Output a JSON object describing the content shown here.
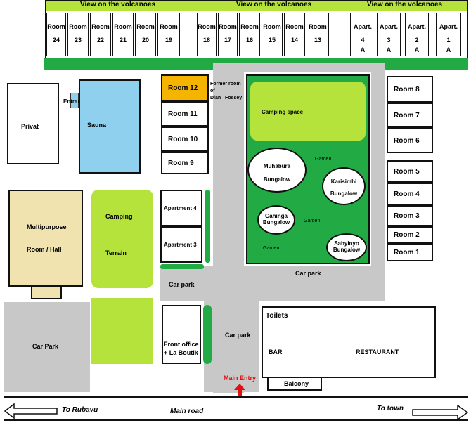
{
  "top_header": {
    "view_labels": [
      "View on the volcanoes",
      "View on the volcanoes",
      "View on the volcanoes"
    ]
  },
  "top_rooms": [
    {
      "line1": "Room",
      "line2": "24"
    },
    {
      "line1": "Room",
      "line2": "23"
    },
    {
      "line1": "Room",
      "line2": "22"
    },
    {
      "line1": "Room",
      "line2": "21"
    },
    {
      "line1": "Room",
      "line2": "20"
    },
    {
      "line1": "Room",
      "line2": "19"
    },
    {
      "line1": "Room",
      "line2": "18"
    },
    {
      "line1": "Room",
      "line2": "17"
    },
    {
      "line1": "Room",
      "line2": "16"
    },
    {
      "line1": "Room",
      "line2": "15"
    },
    {
      "line1": "Room",
      "line2": "14"
    },
    {
      "line1": "Room",
      "line2": "13"
    },
    {
      "line1": "Apart.",
      "line2": "4",
      "line3": "A"
    },
    {
      "line1": "Apart.",
      "line2": "3",
      "line3": "A"
    },
    {
      "line1": "Apart.",
      "line2": "2",
      "line3": "A"
    },
    {
      "line1": "Apart.",
      "line2": "1",
      "line3": "A"
    }
  ],
  "left": {
    "privat": "Privat",
    "entrance": "Entrance",
    "sauna": "Sauna",
    "multipurpose_line1": "Multipurpose",
    "multipurpose_line2": "Room / Hall",
    "camping_terrain_line1": "Camping",
    "camping_terrain_line2": "Terrain",
    "car_park_left": "Car Park"
  },
  "middle": {
    "room12": "Room 12",
    "room11": "Room 11",
    "room10": "Room 10",
    "room9": "Room 9",
    "apartment4": "Apartment 4",
    "apartment3": "Apartment 3",
    "former_room": [
      "Former room",
      "of",
      "Dian   Fossey"
    ],
    "car_park_mid": "Car park",
    "car_park_center": "Car park",
    "front_office_line1": "Front office",
    "front_office_line2": "+ La Boutik",
    "main_entry": "Main Entry"
  },
  "garden": {
    "camping_space": "Camping space",
    "garden_labels": [
      "Garden",
      "Garden",
      "Garden"
    ],
    "bungalows": [
      {
        "line1": "Muhabura",
        "line2": "Bungalow"
      },
      {
        "line1": "Karisimbi",
        "line2": "Bungalow"
      },
      {
        "line1": "Gahinga",
        "line2": "Bungalow"
      },
      {
        "line1": "Sabyinyo",
        "line2": "Bungalow"
      }
    ],
    "car_park_below": "Car park"
  },
  "right_rooms": {
    "upper": [
      "Room 8",
      "Room 7",
      "Room 6"
    ],
    "lower": [
      "Room 5",
      "Room 4",
      "Room 3",
      "Room 2",
      "Room 1"
    ]
  },
  "restaurant": {
    "toilets": "Toilets",
    "bar": "BAR",
    "restaurant": "RESTAURANT",
    "balcony": "Balcony"
  },
  "road": {
    "to_rubavu": "To Rubavu",
    "main_road": "Main road",
    "to_town": "To town"
  },
  "colors": {
    "garden_green": "#22aa44",
    "lime": "#b6e23c",
    "sauna_blue": "#8fd0ee",
    "room12_orange": "#f5b400",
    "hall_tan": "#f1e3b0",
    "road_grey": "#c8c8c8",
    "main_entry_red": "#e01010"
  }
}
